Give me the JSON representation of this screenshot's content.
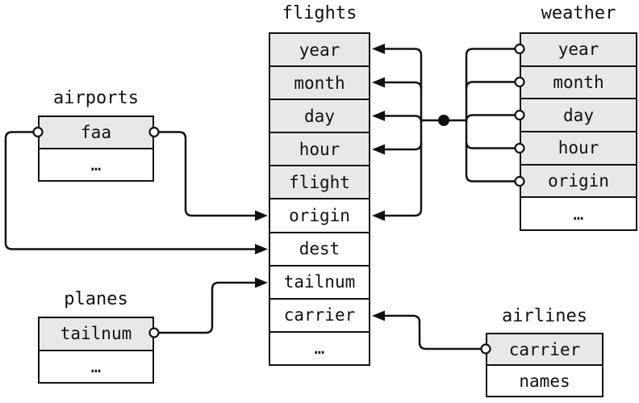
{
  "figure": {
    "kind": "relational-schema-diagram",
    "background": "#ffffff"
  },
  "colors": {
    "line": "#111111",
    "key_cell_fill": "#e8e8e8",
    "plain_cell_fill": "#ffffff"
  },
  "tables": {
    "flights": {
      "title": "flights",
      "fields": [
        {
          "label": "year",
          "key": true
        },
        {
          "label": "month",
          "key": true
        },
        {
          "label": "day",
          "key": true
        },
        {
          "label": "hour",
          "key": true
        },
        {
          "label": "flight",
          "key": true
        },
        {
          "label": "origin",
          "key": false
        },
        {
          "label": "dest",
          "key": false
        },
        {
          "label": "tailnum",
          "key": false
        },
        {
          "label": "carrier",
          "key": false
        },
        {
          "label": "…",
          "key": false
        }
      ]
    },
    "weather": {
      "title": "weather",
      "fields": [
        {
          "label": "year",
          "key": true
        },
        {
          "label": "month",
          "key": true
        },
        {
          "label": "day",
          "key": true
        },
        {
          "label": "hour",
          "key": true
        },
        {
          "label": "origin",
          "key": true
        },
        {
          "label": "…",
          "key": false
        }
      ]
    },
    "airports": {
      "title": "airports",
      "fields": [
        {
          "label": "faa",
          "key": true
        },
        {
          "label": "…",
          "key": false
        }
      ]
    },
    "planes": {
      "title": "planes",
      "fields": [
        {
          "label": "tailnum",
          "key": true
        },
        {
          "label": "…",
          "key": false
        }
      ]
    },
    "airlines": {
      "title": "airlines",
      "fields": [
        {
          "label": "carrier",
          "key": true
        },
        {
          "label": "names",
          "key": false
        }
      ]
    }
  },
  "relationships": [
    {
      "from": "weather (year, month, day, hour, origin)",
      "to": "flights (year, month, day, hour, origin)",
      "junction": "dot"
    },
    {
      "from": "airports.faa",
      "to": "flights.origin"
    },
    {
      "from": "airports.faa",
      "to": "flights.dest"
    },
    {
      "from": "planes.tailnum",
      "to": "flights.tailnum"
    },
    {
      "from": "airlines.carrier",
      "to": "flights.carrier"
    }
  ]
}
